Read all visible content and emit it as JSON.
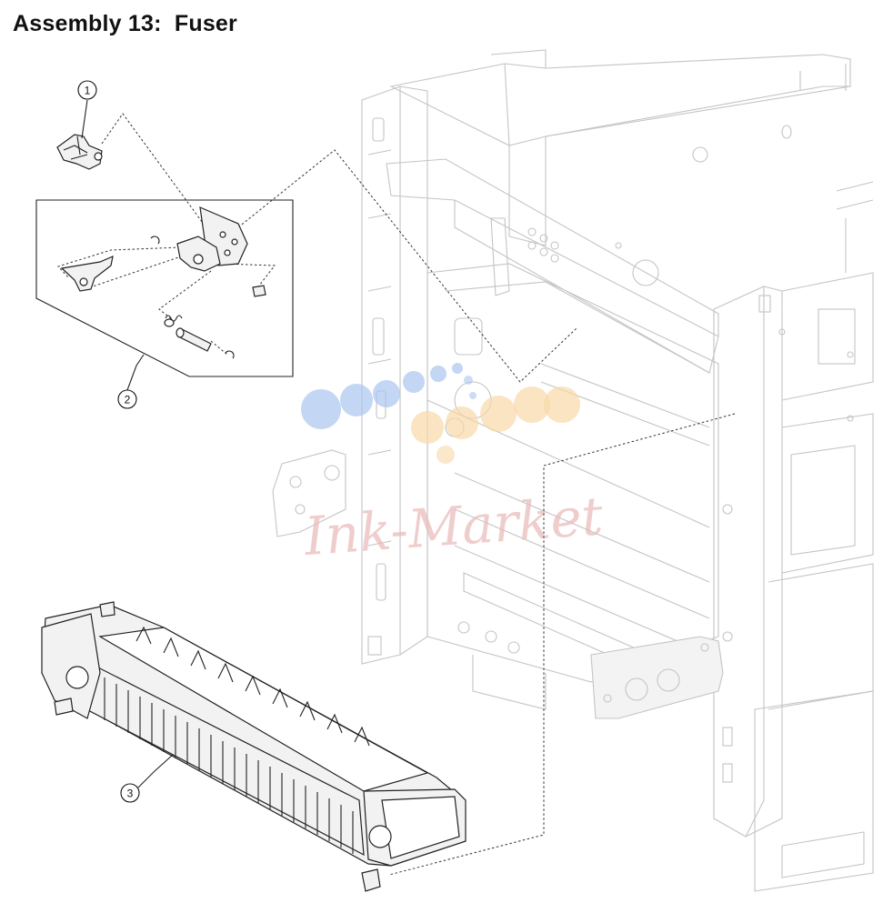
{
  "page": {
    "title": "Assembly 13:  Fuser"
  },
  "callouts": [
    {
      "number": "1",
      "part": "part-1"
    },
    {
      "number": "2",
      "part": "part-2-bracket-kit"
    },
    {
      "number": "3",
      "part": "part-3-fuser-unit"
    }
  ],
  "watermark": {
    "text": "Ink-Market",
    "colors": {
      "blue": "#a9c4ee",
      "orange": "#f8d8a8",
      "text": "#e9b9b9"
    }
  },
  "colors": {
    "line": "#222222",
    "ghost_frame": "#c4c4c4",
    "background": "#ffffff"
  }
}
